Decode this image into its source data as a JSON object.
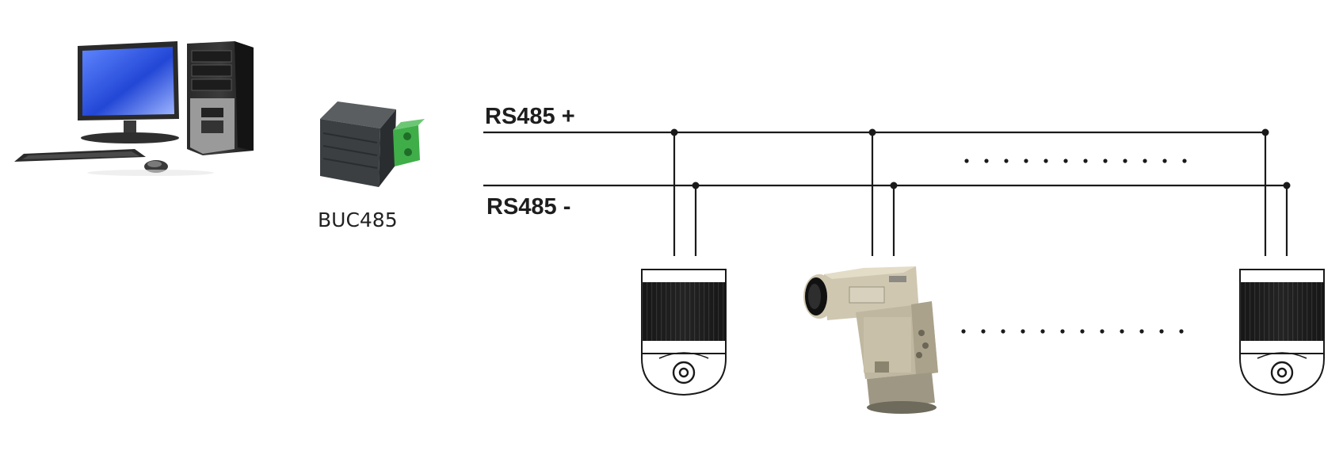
{
  "bus": {
    "plus_label": "RS485 +",
    "minus_label": "RS485 -"
  },
  "converter": {
    "label": "BUC485"
  },
  "devices": [
    {
      "name": "computer",
      "icon": "desktop-computer-icon"
    },
    {
      "name": "converter",
      "icon": "usb-rs485-converter-icon"
    },
    {
      "name": "camera-1",
      "icon": "dome-camera-icon"
    },
    {
      "name": "camera-2",
      "icon": "pan-tilt-camera-icon"
    },
    {
      "name": "camera-n",
      "icon": "dome-camera-icon"
    }
  ],
  "colors": {
    "line": "#1a1a1a",
    "screen": "#2d5be3",
    "terminal": "#3fae49",
    "camera_body": "#cfc7b0"
  }
}
